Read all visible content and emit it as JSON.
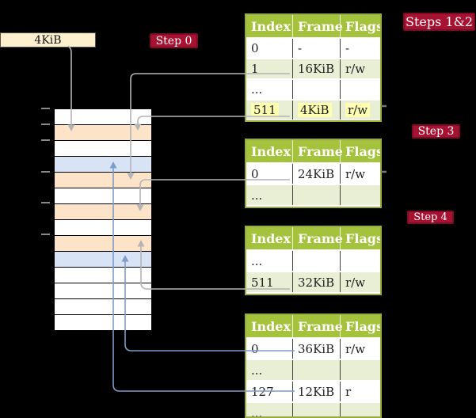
{
  "colors": {
    "header-green": "#a4c23c",
    "row-green": "#e9efd4",
    "border-green": "#96ab40",
    "highlight": "#feffb0",
    "badge-red": "#a81232",
    "badge-border": "#7d0b24",
    "box-cream": "#fcf0cf",
    "box-border": "#55524a",
    "mem-orange": "#fde3c8",
    "mem-blue": "#d8e4f6",
    "arrow-gray": "#b4b4b8",
    "arrow-blue": "#7d9cc9",
    "tick-gray": "#8a8a8a"
  },
  "frame_label": "4KiB",
  "badges": {
    "step0": "Step 0",
    "steps12": "Steps 1&2",
    "step3": "Step 3",
    "step4": "Step 4"
  },
  "memory": {
    "rows": [
      {
        "color": "white"
      },
      {
        "color": "orange"
      },
      {
        "color": "white"
      },
      {
        "color": "blue"
      },
      {
        "color": "orange"
      },
      {
        "color": "white"
      },
      {
        "color": "orange"
      },
      {
        "color": "white"
      },
      {
        "color": "orange"
      },
      {
        "color": "blue"
      },
      {
        "color": "white"
      },
      {
        "color": "white"
      },
      {
        "color": "white"
      },
      {
        "color": "white"
      }
    ]
  },
  "tables": [
    {
      "headers": [
        "Index",
        "Frame",
        "Flags"
      ],
      "rows": [
        {
          "index": "0",
          "frame": "-",
          "flags": "-",
          "shade": "white",
          "highlight": false
        },
        {
          "index": "1",
          "frame": "16KiB",
          "flags": "r/w",
          "shade": "green",
          "highlight": false
        },
        {
          "index": "...",
          "frame": "",
          "flags": "",
          "shade": "white",
          "highlight": false
        },
        {
          "index": "511",
          "frame": "4KiB",
          "flags": "r/w",
          "shade": "green",
          "highlight": true
        }
      ]
    },
    {
      "headers": [
        "Index",
        "Frame",
        "Flags"
      ],
      "rows": [
        {
          "index": "0",
          "frame": "24KiB",
          "flags": "r/w",
          "shade": "white",
          "highlight": false
        },
        {
          "index": "...",
          "frame": "",
          "flags": "",
          "shade": "green",
          "highlight": false
        }
      ]
    },
    {
      "headers": [
        "Index",
        "Frame",
        "Flags"
      ],
      "rows": [
        {
          "index": "...",
          "frame": "",
          "flags": "",
          "shade": "white",
          "highlight": false
        },
        {
          "index": "511",
          "frame": "32KiB",
          "flags": "r/w",
          "shade": "green",
          "highlight": false
        }
      ]
    },
    {
      "headers": [
        "Index",
        "Frame",
        "Flags"
      ],
      "rows": [
        {
          "index": "0",
          "frame": "36KiB",
          "flags": "r/w",
          "shade": "white",
          "highlight": false
        },
        {
          "index": "...",
          "frame": "",
          "flags": "",
          "shade": "green",
          "highlight": false
        },
        {
          "index": "127",
          "frame": "12KiB",
          "flags": "r",
          "shade": "white",
          "highlight": false
        },
        {
          "index": "...",
          "frame": "",
          "flags": "",
          "shade": "green",
          "highlight": false
        }
      ]
    }
  ],
  "connections": [
    {
      "from": "frame-size-label",
      "to": "memory-row-2",
      "color": "gray"
    },
    {
      "from": "table-1-entry-1",
      "to": "memory-row-5",
      "color": "gray"
    },
    {
      "from": "table-1-entry-511",
      "to": "memory-row-2",
      "color": "gray"
    },
    {
      "from": "table-2-entry-0",
      "to": "memory-row-7",
      "color": "gray"
    },
    {
      "from": "table-3-entry-511",
      "to": "memory-row-9",
      "color": "gray"
    },
    {
      "from": "table-4-entry-0",
      "to": "memory-row-10",
      "color": "blue"
    },
    {
      "from": "table-4-entry-127",
      "to": "memory-row-4",
      "color": "blue"
    }
  ]
}
